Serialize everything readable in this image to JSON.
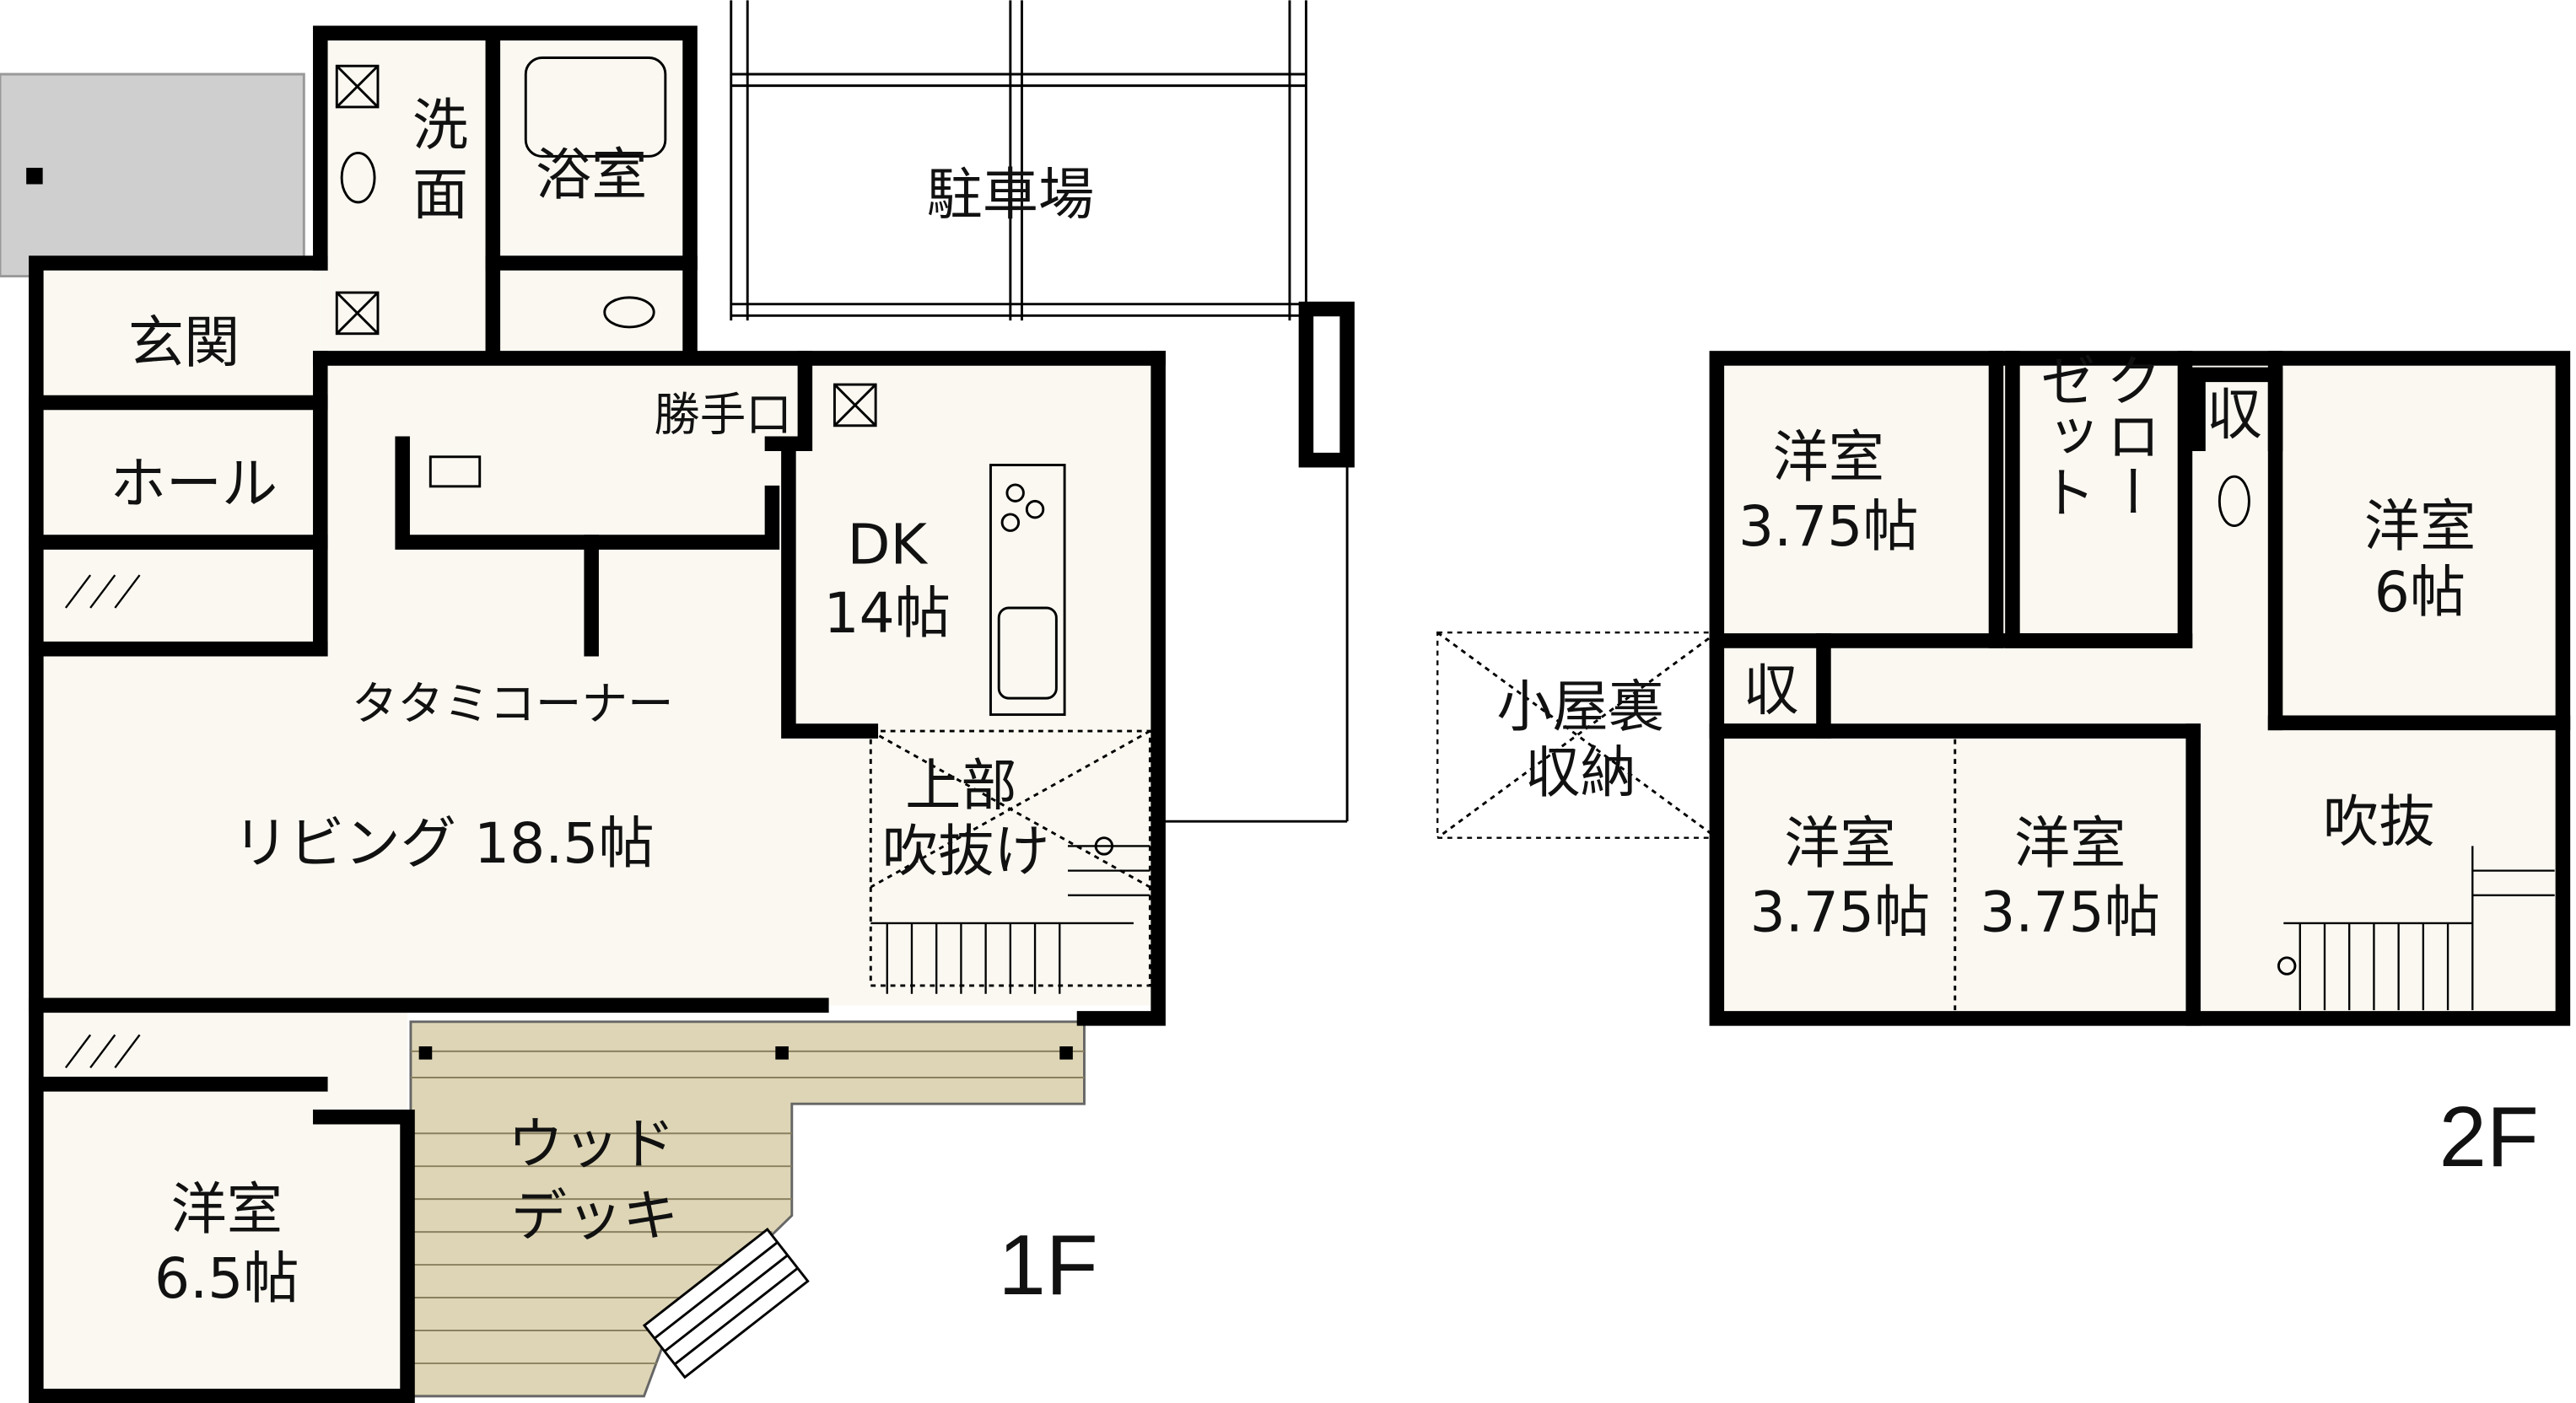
{
  "colors": {
    "floor": "#faf8f1",
    "deck": "#ddd5b5",
    "exterior": "#cfcfcf",
    "wall": "#000000"
  },
  "first_floor": {
    "level_label": "1F",
    "washroom": [
      "洗",
      "面"
    ],
    "bath": "浴室",
    "parking": "駐車場",
    "entrance": "玄関",
    "hall": "ホール",
    "back_door": "勝手口",
    "dk": [
      "DK",
      "14帖"
    ],
    "tatami": "タタミコーナー",
    "living": "リビング 18.5帖",
    "void_above": [
      "上部",
      "吹抜け"
    ],
    "bedroom": [
      "洋室",
      "6.5帖"
    ],
    "deck": [
      "ウッド",
      "デッキ"
    ]
  },
  "second_floor": {
    "level_label": "2F",
    "room_nw": [
      "洋室",
      "3.75帖"
    ],
    "closet": [
      "クロー",
      "ゼット"
    ],
    "storage_a": "収",
    "room_ne": [
      "洋室",
      "6帖"
    ],
    "attic": [
      "小屋裏",
      "収納"
    ],
    "storage_b": "収",
    "room_sw": [
      "洋室",
      "3.75帖"
    ],
    "room_s": [
      "洋室",
      "3.75帖"
    ],
    "void": "吹抜"
  }
}
